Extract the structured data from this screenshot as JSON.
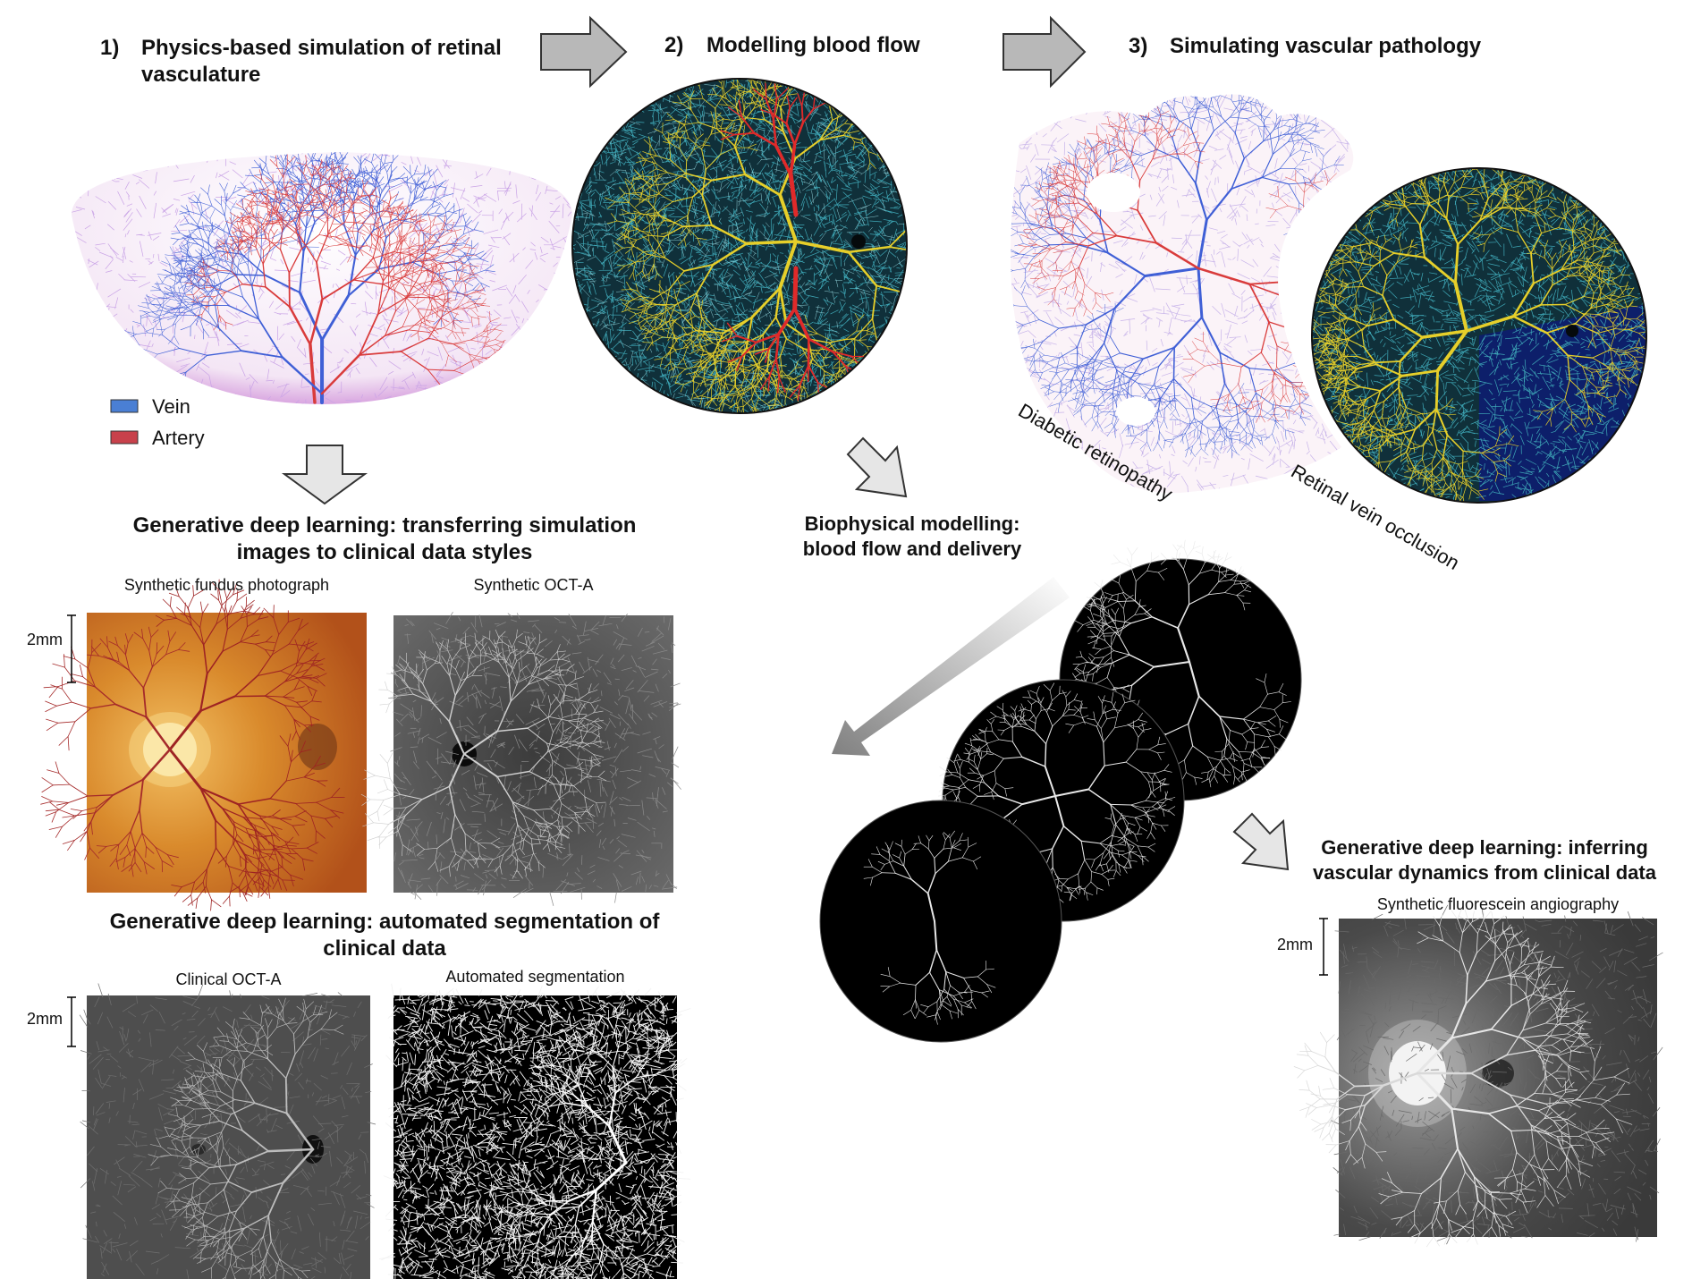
{
  "steps": [
    {
      "num": "1)",
      "title_line1": "Physics-based simulation of retinal",
      "title_line2": "vasculature"
    },
    {
      "num": "2)",
      "title_line1": "Modelling blood flow"
    },
    {
      "num": "3)",
      "title_line1": "Simulating vascular pathology"
    }
  ],
  "legend": [
    {
      "label": "Vein",
      "color": "#4a7fd4"
    },
    {
      "label": "Artery",
      "color": "#c8414b"
    }
  ],
  "pathology_labels": {
    "left": "Diabetic retinopathy",
    "right": "Retinal vein occlusion"
  },
  "biophysical": {
    "line1": "Biophysical modelling:",
    "line2": "blood flow and delivery"
  },
  "gdl_transfer": {
    "line1": "Generative deep learning: transferring simulation",
    "line2": "images to clinical data styles",
    "panel_left": "Synthetic fundus photograph",
    "panel_right": "Synthetic OCT-A",
    "scale": "2mm"
  },
  "gdl_segmentation": {
    "line1": "Generative deep learning: automated segmentation of",
    "line2": "clinical data",
    "panel_left": "Clinical OCT-A",
    "panel_right": "Automated segmentation",
    "scale": "2mm"
  },
  "gdl_inferring": {
    "line1": "Generative deep learning: inferring",
    "line2": "vascular dynamics from clinical data",
    "panel": "Synthetic fluorescein angiography",
    "scale": "2mm"
  },
  "colors": {
    "vein": "#3f5fd6",
    "artery": "#d93b3b",
    "flow_bg": "#0f2a36",
    "flow_vessel": "#e6cf2a",
    "flow_artery": "#e02a2a",
    "arrow_fill": "#b8b8b8"
  }
}
